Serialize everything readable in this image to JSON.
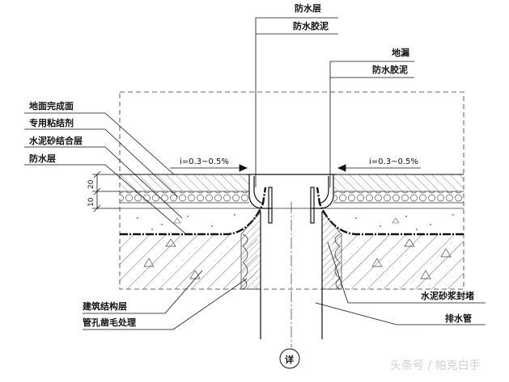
{
  "labels": {
    "waterproof_layer_top": "防水层",
    "waterproof_mortar_top": "防水胶泥",
    "floor_drain": "地漏",
    "waterproof_mortar_drain": "防水胶泥",
    "floor_finish": "地面完成面",
    "adhesive": "专用粘结剂",
    "cement_mortar_bond": "水泥砂结合层",
    "waterproof_layer_left": "防水层",
    "building_structure": "建筑结构层",
    "pipe_hole_rough": "管孔凿毛处理",
    "cement_mortar_seal": "水泥砂浆封堵",
    "drain_pipe": "排水管",
    "detail_tag": "详"
  },
  "slopes": {
    "left": "i=0.3~0.5%",
    "right": "i=0.3~0.5%"
  },
  "dimensions": {
    "upper": "20",
    "lower": "10"
  },
  "watermark": {
    "text": "头条号 / 帕克白手",
    "subtext": ""
  },
  "colors": {
    "line": "#111111",
    "hatch": "#333333",
    "background": "#ffffff",
    "watermark": "#cfcfcf"
  }
}
